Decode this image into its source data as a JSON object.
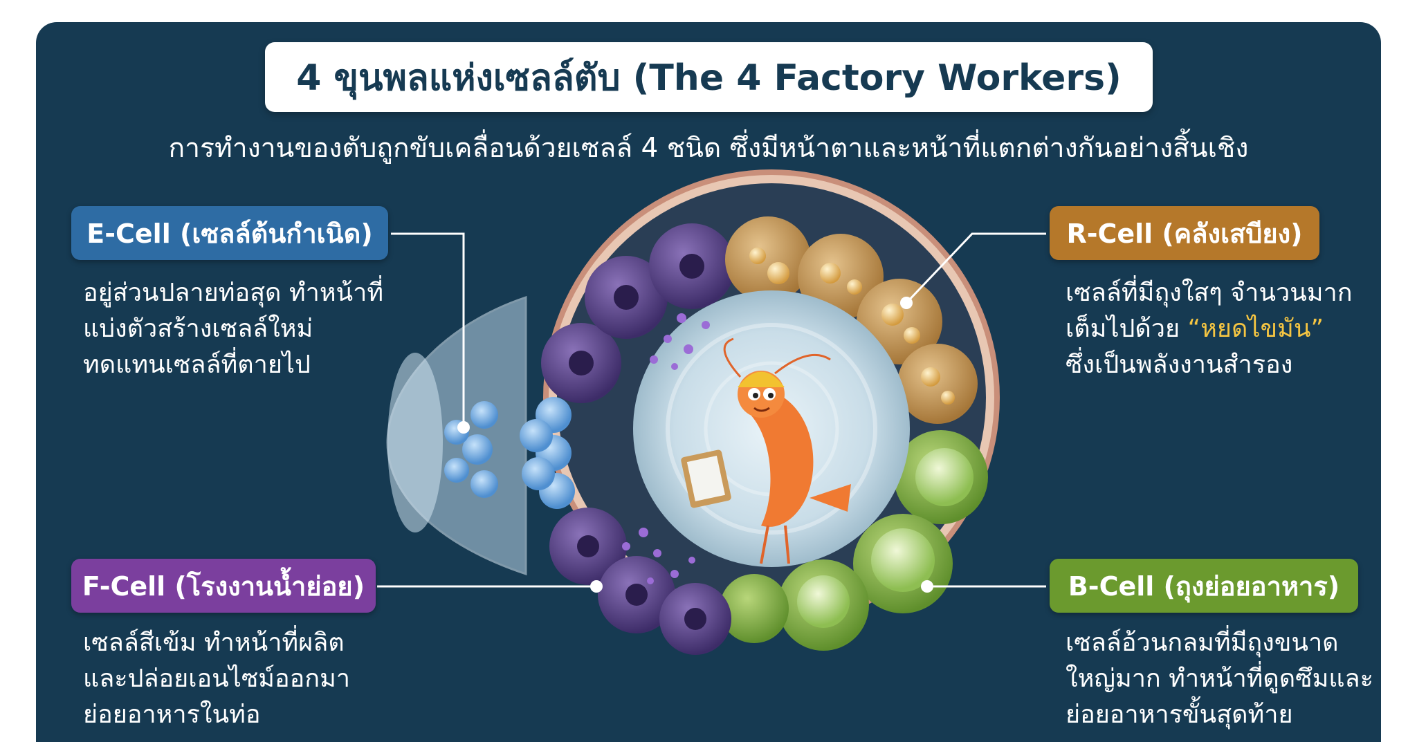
{
  "title": "4 ขุนพลแห่งเซลล์ตับ (The 4 Factory Workers)",
  "subtitle": "การทำงานของตับถูกขับเคลื่อนด้วยเซลล์ 4 ชนิด ซึ่งมีหน้าตาและหน้าที่แตกต่างกันอย่างสิ้นเชิง",
  "colors": {
    "background": "#163a52",
    "e_cell": "#2e6ca4",
    "f_cell": "#7b3f9e",
    "r_cell": "#b5782a",
    "b_cell": "#6b9a2e",
    "highlight": "#f5c542"
  },
  "cells": {
    "e_cell": {
      "label": "E-Cell (เซลล์ต้นกำเนิด)",
      "lines": [
        "อยู่ส่วนปลายท่อสุด ทำหน้าที่",
        "แบ่งตัวสร้างเซลล์ใหม่",
        "ทดแทนเซลล์ที่ตายไป"
      ]
    },
    "f_cell": {
      "label": "F-Cell (โรงงานน้ำย่อย)",
      "lines": [
        "เซลล์สีเข้ม ทำหน้าที่ผลิต",
        "และปล่อยเอนไซม์ออกมา",
        "ย่อยอาหารในท่อ"
      ]
    },
    "r_cell": {
      "label": "R-Cell (คลังเสบียง)",
      "line1": "เซลล์ที่มีถุงใสๆ จำนวนมาก",
      "line2_pre": "เต็มไปด้วย ",
      "line2_highlight": "“หยดไขมัน”",
      "line3": "ซึ่งเป็นพลังงานสำรอง"
    },
    "b_cell": {
      "label": "B-Cell (ถุงย่อยอาหาร)",
      "lines": [
        "เซลล์อ้วนกลมที่มีถุงขนาด",
        "ใหญ่มาก ทำหน้าที่ดูดซึมและ",
        "ย่อยอาหารขั้นสุดท้าย"
      ]
    }
  },
  "illustration": {
    "mascot": "shrimp-mascot-with-hard-hat-and-clipboard",
    "subject": "liver-tubule-cross-section"
  }
}
